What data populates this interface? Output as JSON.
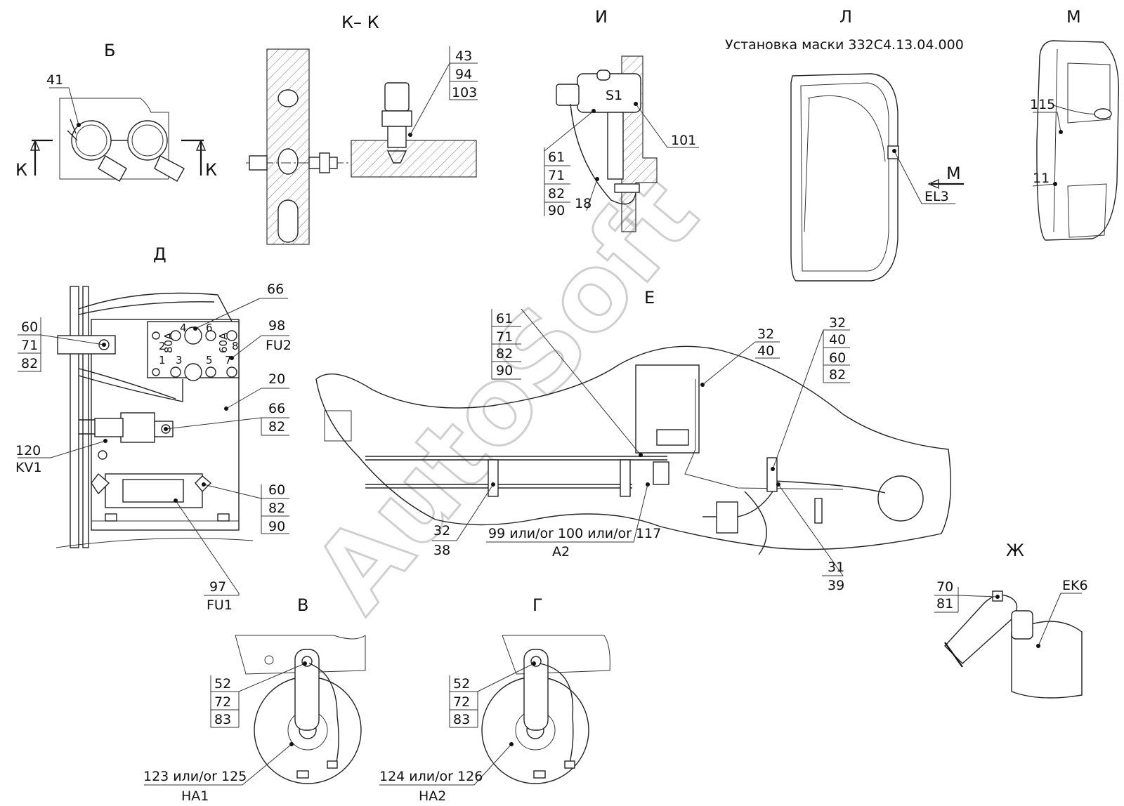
{
  "views": {
    "b": "Б",
    "kk": "К– К",
    "i": "И",
    "l": "Л",
    "m": "М",
    "d": "Д",
    "e": "Е",
    "v": "В",
    "g": "Г",
    "zh": "Ж",
    "k": "К",
    "m_arrow": "М"
  },
  "notes": {
    "mask": "Установка маски 332С4.13.04.000"
  },
  "watermark": "AutoSoft",
  "labels": {
    "b41": "41",
    "kk43": "43",
    "kk94": "94",
    "kk103": "103",
    "i61": "61",
    "i71": "71",
    "i82": "82",
    "i90": "90",
    "i18": "18",
    "i101": "101",
    "s1": "S1",
    "el3": "EL3",
    "m115": "115",
    "m11": "11",
    "d66a": "66",
    "d98": "98",
    "fu2": "FU2",
    "d60a": "60",
    "d71": "71",
    "d82a": "82",
    "d20": "20",
    "d66b": "66",
    "d82b": "82",
    "d120": "120",
    "kv1": "KV1",
    "d60b": "60",
    "d82c": "82",
    "d90": "90",
    "d97": "97",
    "fu1": "FU1",
    "d80a": "80A",
    "d60amp": "60A",
    "e61": "61",
    "e71": "71",
    "e82": "82",
    "e90": "90",
    "e32a": "32",
    "e40a": "40",
    "e32b": "32",
    "e40b": "40",
    "e60": "60",
    "e82b": "82",
    "e32c": "32",
    "e38": "38",
    "e99": "99 или/or 100 или/or 117",
    "a2": "A2",
    "e31": "31",
    "e39": "39",
    "zh70": "70",
    "zh81": "81",
    "ek6": "EK6",
    "v52": "52",
    "v72": "72",
    "v83": "83",
    "v123": "123 или/or 125",
    "ha1": "HA1",
    "g52": "52",
    "g72": "72",
    "g83": "83",
    "g124": "124 или/or 126",
    "ha2": "HA2",
    "t1": "1",
    "t2": "2",
    "t3": "3",
    "t4": "4",
    "t5": "5",
    "t6": "6",
    "t7": "7",
    "t8": "8"
  }
}
